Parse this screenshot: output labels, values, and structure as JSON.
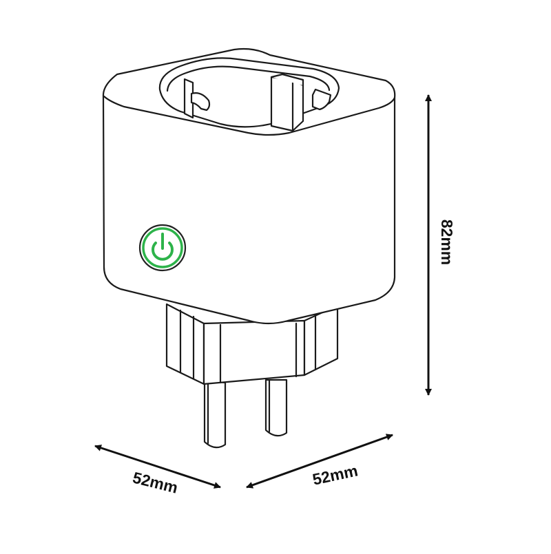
{
  "product": "smart-plug",
  "power_button": {
    "icon": "power-icon",
    "ring_color": "#2db34a"
  },
  "line_color": "#1a1a1a",
  "dimensions": {
    "height": "82mm",
    "depth": "52mm",
    "width": "52mm"
  }
}
